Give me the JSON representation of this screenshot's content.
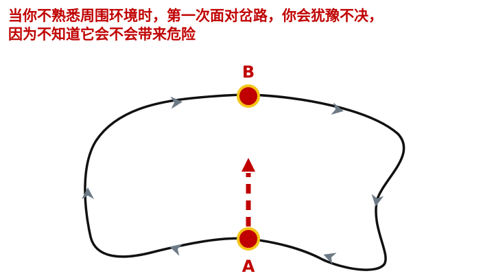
{
  "caption": {
    "line1": "当你不熟悉周围环境时，第一次面对岔路，你会犹豫不决，",
    "line2": "因为不知道它会不会带来危险"
  },
  "points": {
    "a_label": "A",
    "b_label": "B"
  },
  "colors": {
    "caption": "#c00000",
    "path": "#111111",
    "node_fill": "#c00000",
    "node_ring": "#f5c518",
    "direction_marker": "#6d7a86",
    "dashed_arrow": "#c00000",
    "labels": "#c00000"
  }
}
